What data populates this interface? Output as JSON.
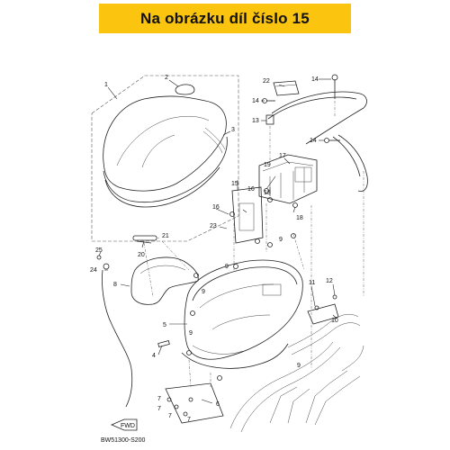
{
  "banner": {
    "text": "Na obrázku díl číslo 15",
    "color": "#fbc40f"
  },
  "diagram_code": "BW51300-S200",
  "fwd_label": "FWD",
  "callouts": {
    "c1": "1",
    "c2": "2",
    "c3": "3",
    "c4": "4",
    "c5": "5",
    "c6": "6",
    "c7a": "7",
    "c7b": "7",
    "c7c": "7",
    "c7d": "7",
    "c8": "8",
    "c9a": "9",
    "c9b": "9",
    "c9c": "9",
    "c9d": "9",
    "c9e": "9",
    "c10": "10",
    "c11": "11",
    "c12": "12",
    "c13": "13",
    "c14a": "14",
    "c14b": "14",
    "c14c": "14",
    "c15": "15",
    "c16a": "16",
    "c16b": "16",
    "c17": "17",
    "c18a": "18",
    "c18b": "18",
    "c19": "19",
    "c20": "20",
    "c21": "21",
    "c22": "22",
    "c23": "23",
    "c24": "24",
    "c25": "25"
  }
}
